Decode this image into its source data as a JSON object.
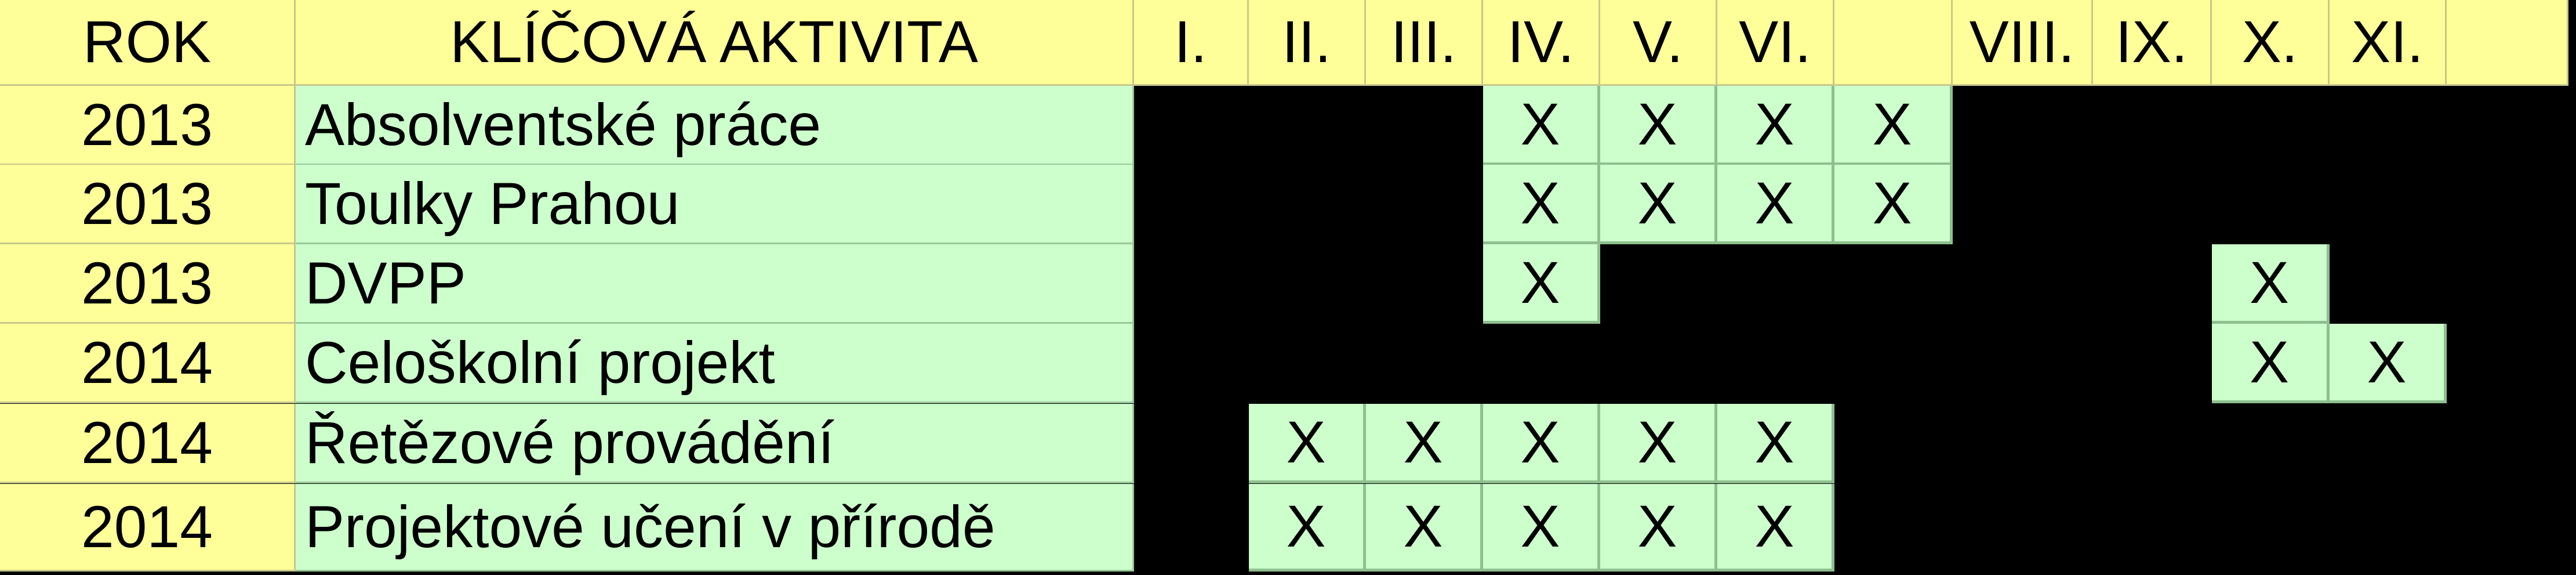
{
  "header": {
    "year_label": "ROK",
    "activity_label": "KLÍČOVÁ AKTIVITA",
    "months": [
      "I.",
      "II.",
      "III.",
      "IV.",
      "V.",
      "VI.",
      "",
      "VIII.",
      "IX.",
      "X.",
      "XI.",
      ""
    ]
  },
  "mark_symbol": "X",
  "rows": [
    {
      "year": "2013",
      "activity": "Absolventské práce",
      "months": [
        4,
        5,
        6,
        7
      ]
    },
    {
      "year": "2013",
      "activity": "Toulky Prahou",
      "months": [
        4,
        5,
        6,
        7
      ]
    },
    {
      "year": "2013",
      "activity": "DVPP",
      "months": [
        4,
        10
      ]
    },
    {
      "year": "2014",
      "activity": "Celoškolní projekt",
      "months": [
        10,
        11
      ]
    },
    {
      "year": "2014",
      "activity": "Řetězové provádění",
      "months": [
        2,
        3,
        4,
        5,
        6
      ]
    },
    {
      "year": "2014",
      "activity": "Projektové učení v přírodě",
      "months": [
        2,
        3,
        4,
        5,
        6
      ]
    }
  ]
}
